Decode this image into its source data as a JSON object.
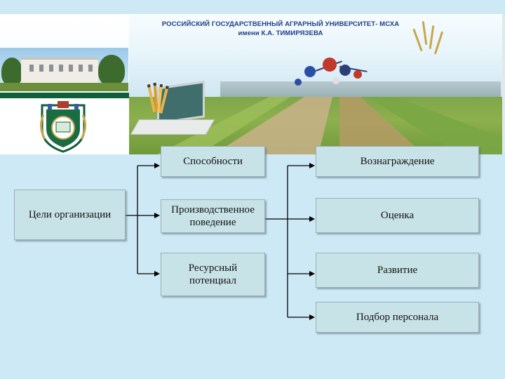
{
  "header": {
    "university_line1": "РОССИЙСКИЙ ГОСУДАРСТВЕННЫЙ АГРАРНЫЙ УНИВЕРСИТЕТ- МСХА",
    "university_line2": "имени К.А. ТИМИРЯЗЕВА"
  },
  "diagram": {
    "source_box": "Цели организации",
    "middle_boxes": [
      "Способности",
      "Производственное поведение",
      "Ресурсный потенциал"
    ],
    "right_boxes": [
      "Вознаграждение",
      "Оценка",
      "Развитие",
      "Подбор персонала"
    ]
  },
  "colors": {
    "background": "#cde9f5",
    "box_fill": "#c8e3e8",
    "box_border": "#9aaeb6",
    "title_blue": "#1d3d87",
    "emblem_green": "#0f5f3a"
  }
}
